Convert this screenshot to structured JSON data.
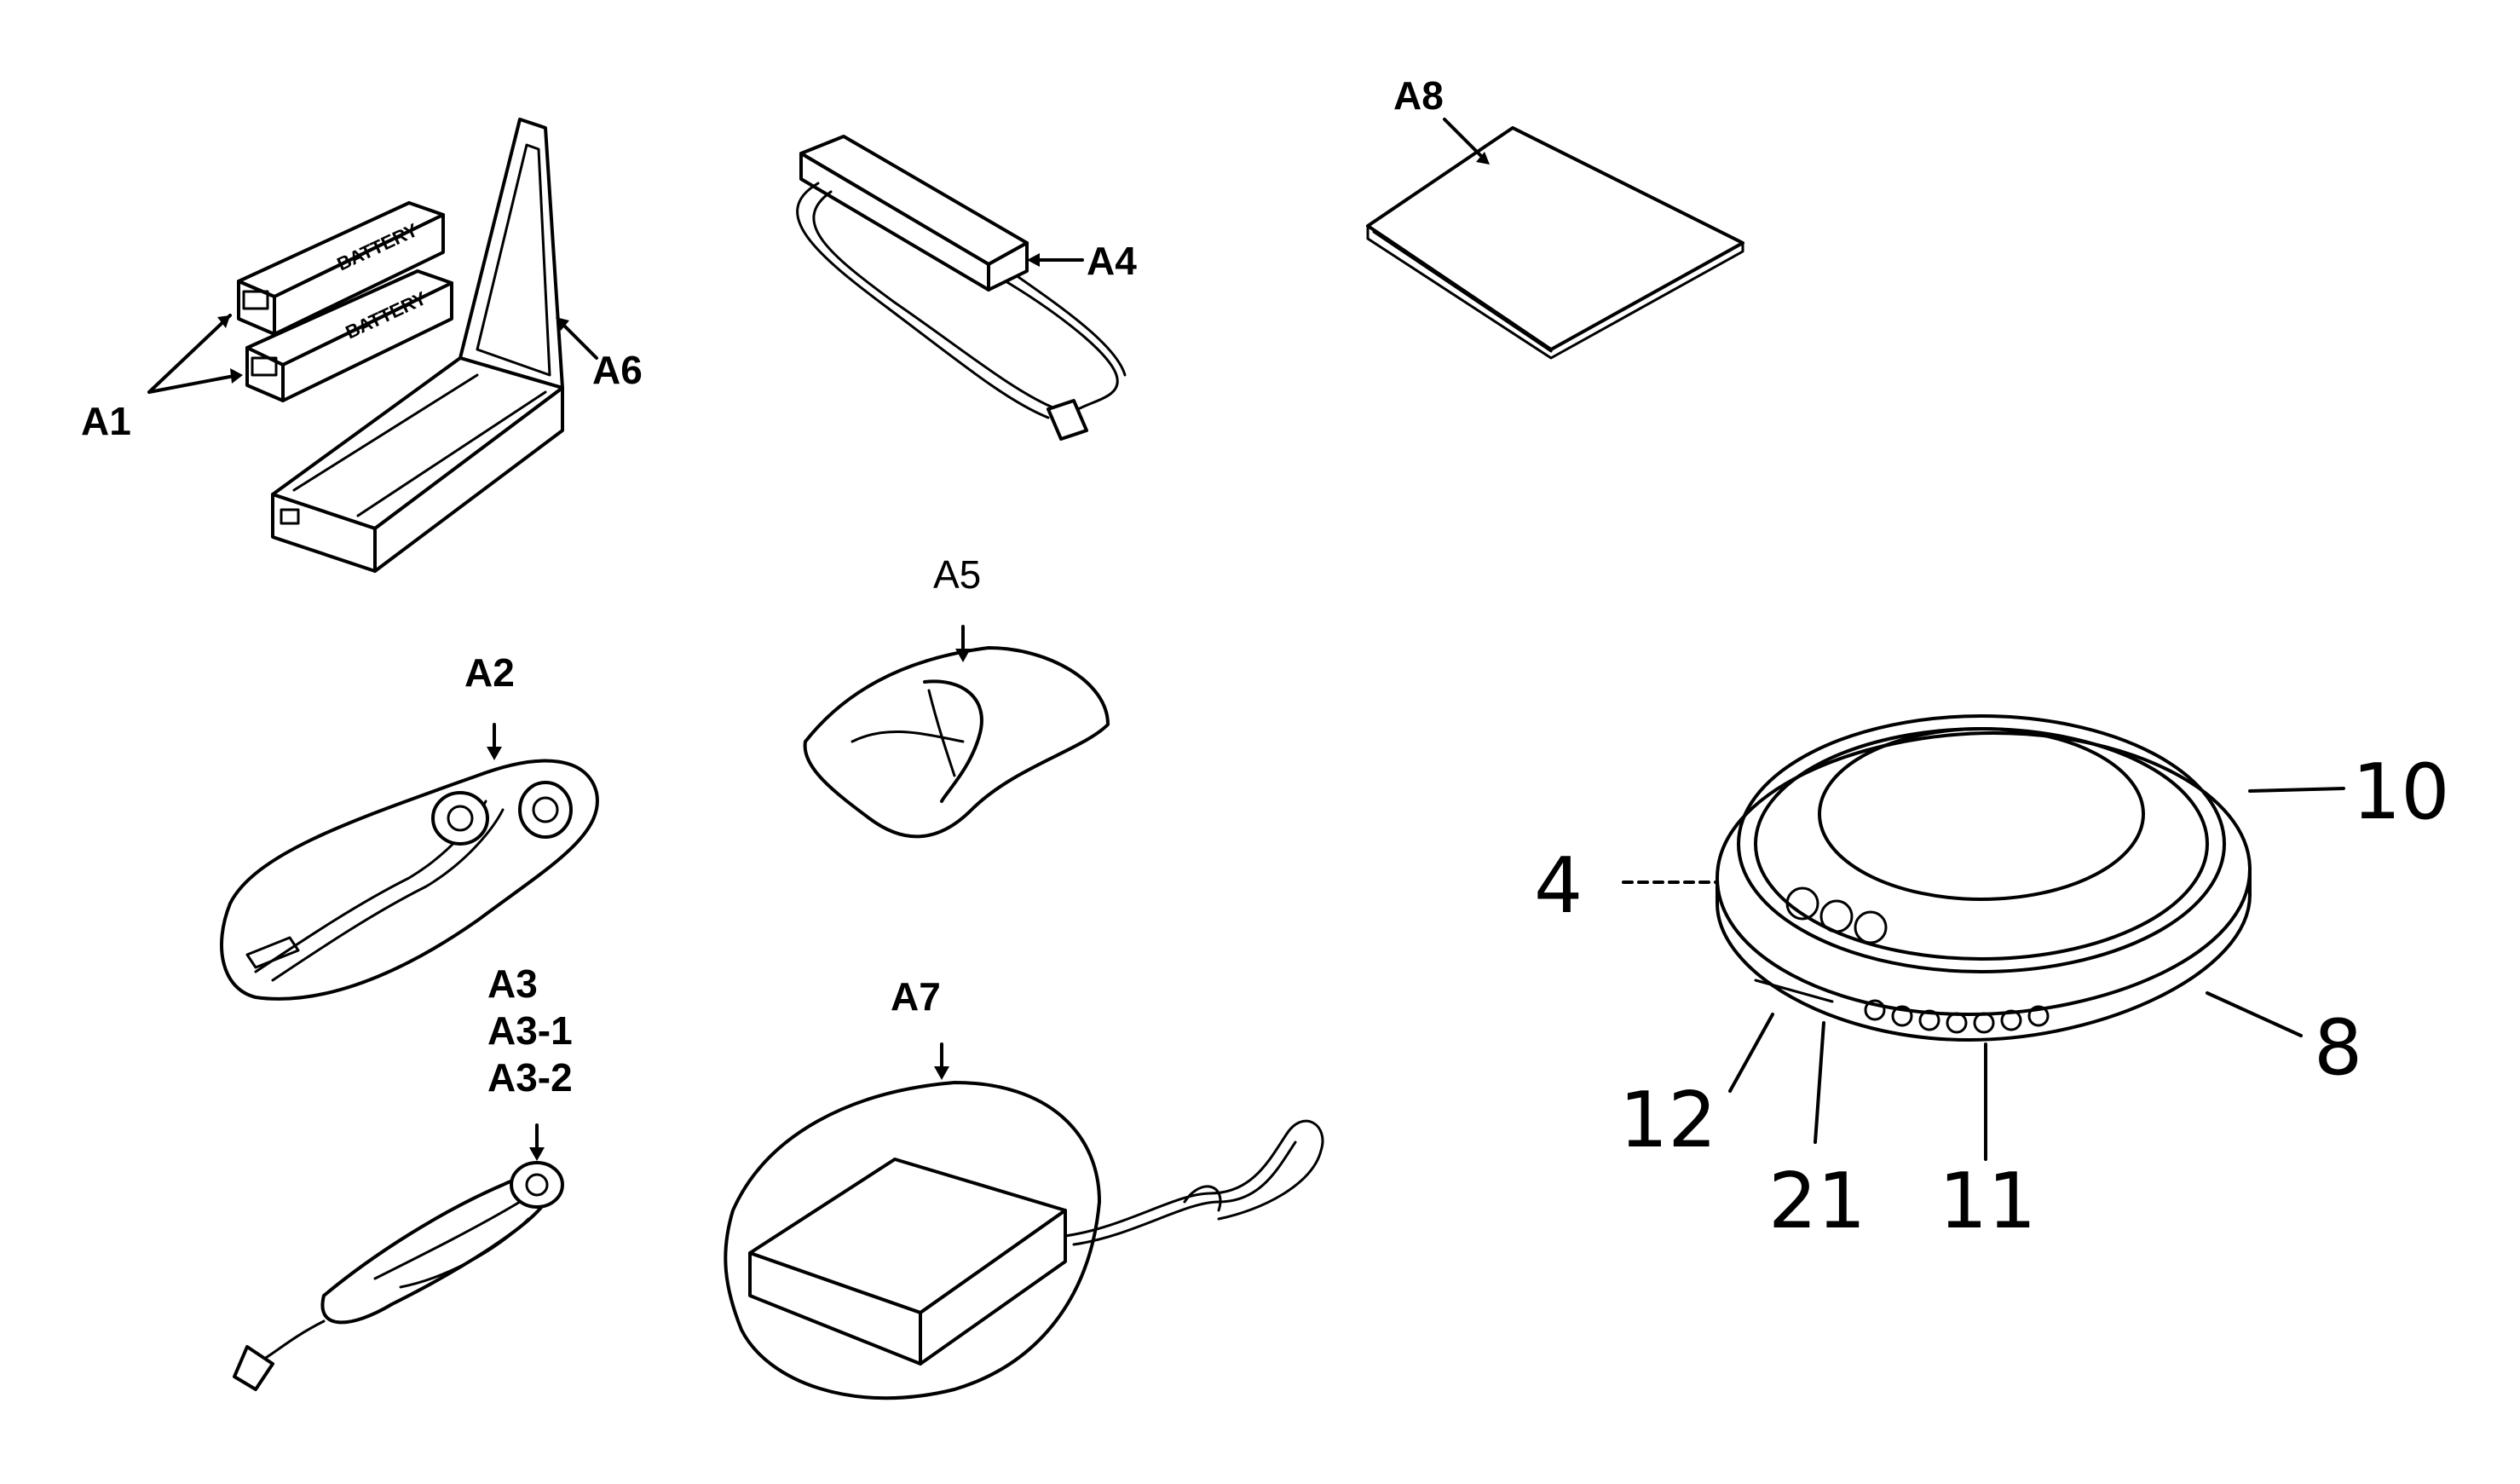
{
  "labels": {
    "a1": "A1",
    "a2": "A2",
    "a3": "A3",
    "a3_1": "A3-1",
    "a3_2": "A3-2",
    "a4": "A4",
    "a5": "A5",
    "a6": "A6",
    "a7": "A7",
    "a8": "A8",
    "p4": "4",
    "p8": "8",
    "p10": "10",
    "p11": "11",
    "p12": "12",
    "p21": "21"
  },
  "battery_text": "BATTERY"
}
